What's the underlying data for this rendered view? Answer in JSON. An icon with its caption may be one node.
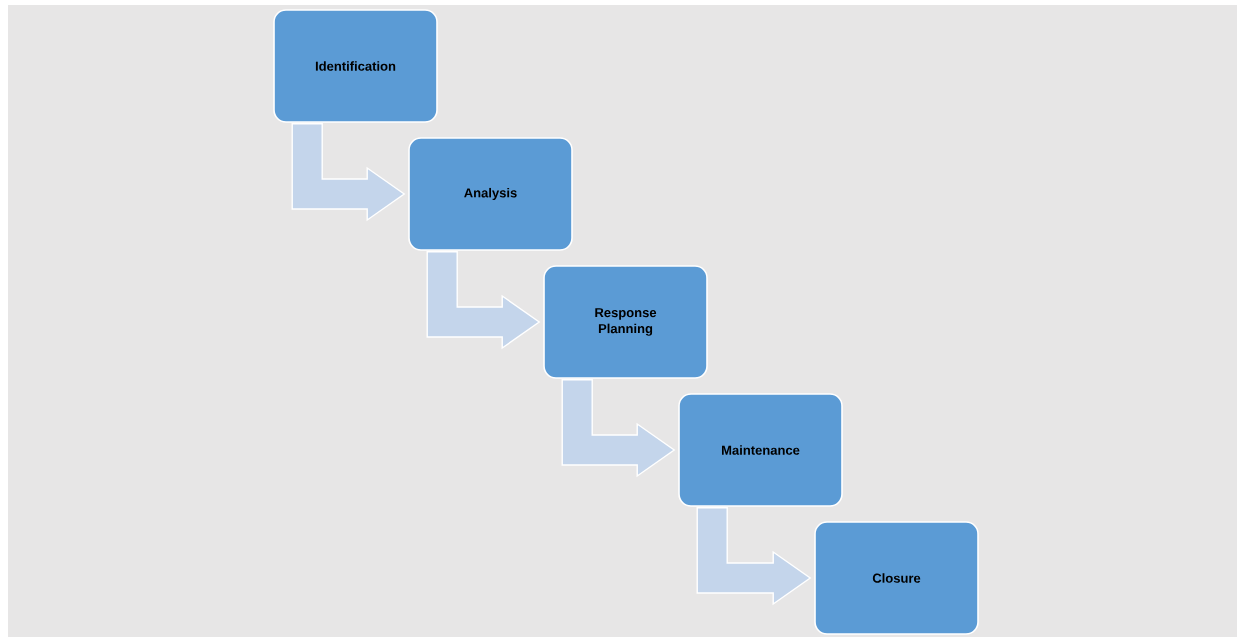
{
  "diagram": {
    "nodes": [
      {
        "text": [
          "Identification"
        ]
      },
      {
        "text": [
          "Analysis"
        ]
      },
      {
        "text": [
          "Response Planning"
        ]
      },
      {
        "text": [
          "Maintenance"
        ]
      },
      {
        "text": [
          "Closure"
        ]
      }
    ],
    "edges": [
      {
        "from": 0,
        "to": 1,
        "arrow": "to"
      },
      {
        "from": 1,
        "to": 2,
        "arrow": "to"
      },
      {
        "from": 2,
        "to": 3,
        "arrow": "to"
      },
      {
        "from": 3,
        "to": 4,
        "arrow": "to"
      }
    ]
  }
}
